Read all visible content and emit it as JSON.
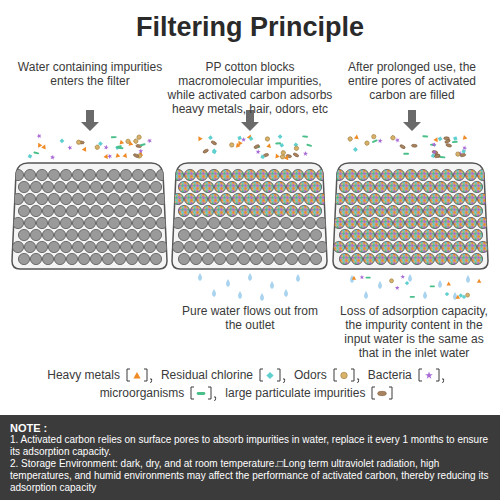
{
  "diagram": {
    "title": "Filtering Principle",
    "nodes": [
      {
        "text": [
          "NOTE :",
          "1. Activated carbon relies on surface pores to absorb impurities in water, replace it every 1 months to ensure its adsorption capacity.",
          "2. Storage Environment: dark, dry, and at room temperature.□Long term ultraviolet radiation, high temperatures, and humid environments may affect the performance of activated carbon, thereby reducing its adsorption capacity"
        ]
      }
    ],
    "labels": [
      "Water containing impurities enters the filter",
      "PP cotton blocks macromolecular impurities, while activated carbon adsorbs heavy metals, hair, odors, etc",
      "After prolonged use, the entire pores of activated carbon are filled",
      "Pure water flows out from the outlet",
      "Loss of adsorption capacity, the impurity content in the input water is the same as that in the inlet water"
    ],
    "legend": [
      {
        "text": "Heavy metals"
      },
      {
        "text": "Residual chlorine"
      },
      {
        "text": "Odors"
      },
      {
        "text": "Bacteria"
      },
      {
        "text": "microorganisms"
      },
      {
        "text": "large particulate impurities"
      }
    ]
  }
}
